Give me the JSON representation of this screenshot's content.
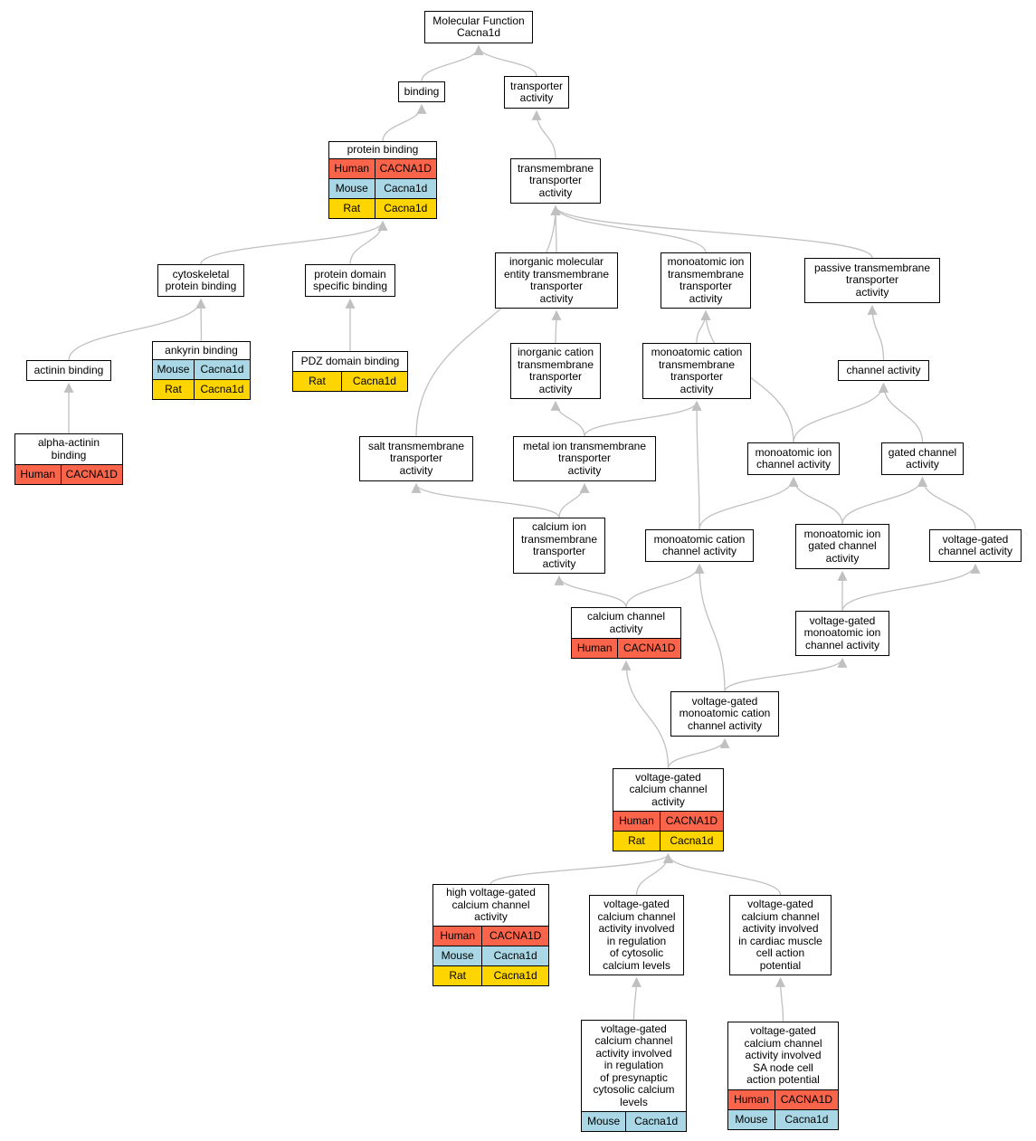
{
  "diagram": {
    "nodes": [
      {
        "id": "mf",
        "label": "Molecular Function\nCacna1d",
        "species": []
      },
      {
        "id": "binding",
        "label": "binding",
        "species": []
      },
      {
        "id": "transporter",
        "label": "transporter\nactivity",
        "species": []
      },
      {
        "id": "protein_binding",
        "label": "protein binding",
        "species": [
          {
            "sp": "Human",
            "gene": "CACNA1D"
          },
          {
            "sp": "Mouse",
            "gene": "Cacna1d"
          },
          {
            "sp": "Rat",
            "gene": "Cacna1d"
          }
        ]
      },
      {
        "id": "tm_transporter",
        "label": "transmembrane\ntransporter\nactivity",
        "species": []
      },
      {
        "id": "cytoskeletal",
        "label": "cytoskeletal\nprotein binding",
        "species": []
      },
      {
        "id": "protein_domain",
        "label": "protein domain\nspecific binding",
        "species": []
      },
      {
        "id": "inorganic_mol",
        "label": "inorganic molecular\nentity transmembrane\ntransporter\nactivity",
        "species": []
      },
      {
        "id": "monoatomic_ion_tm",
        "label": "monoatomic ion\ntransmembrane\ntransporter\nactivity",
        "species": []
      },
      {
        "id": "passive_tm",
        "label": "passive transmembrane\ntransporter\nactivity",
        "species": []
      },
      {
        "id": "ankyrin",
        "label": "ankyrin binding",
        "species": [
          {
            "sp": "Mouse",
            "gene": "Cacna1d"
          },
          {
            "sp": "Rat",
            "gene": "Cacna1d"
          }
        ]
      },
      {
        "id": "pdz",
        "label": "PDZ domain binding",
        "species": [
          {
            "sp": "Rat",
            "gene": "Cacna1d"
          }
        ]
      },
      {
        "id": "actinin",
        "label": "actinin binding",
        "species": []
      },
      {
        "id": "inorganic_cation",
        "label": "inorganic cation\ntransmembrane\ntransporter\nactivity",
        "species": []
      },
      {
        "id": "monoatomic_cation_tm",
        "label": "monoatomic cation\ntransmembrane\ntransporter\nactivity",
        "species": []
      },
      {
        "id": "channel",
        "label": "channel activity",
        "species": []
      },
      {
        "id": "alpha_actinin",
        "label": "alpha-actinin\nbinding",
        "species": [
          {
            "sp": "Human",
            "gene": "CACNA1D"
          }
        ]
      },
      {
        "id": "salt_tm",
        "label": "salt transmembrane\ntransporter\nactivity",
        "species": []
      },
      {
        "id": "metal_ion_tm",
        "label": "metal ion transmembrane\ntransporter\nactivity",
        "species": []
      },
      {
        "id": "monoatomic_ion_channel",
        "label": "monoatomic ion\nchannel activity",
        "species": []
      },
      {
        "id": "gated_channel",
        "label": "gated channel\nactivity",
        "species": []
      },
      {
        "id": "calcium_ion_tm",
        "label": "calcium ion\ntransmembrane\ntransporter\nactivity",
        "species": []
      },
      {
        "id": "monoatomic_cation_channel",
        "label": "monoatomic cation\nchannel activity",
        "species": []
      },
      {
        "id": "monoatomic_ion_gated",
        "label": "monoatomic ion\ngated channel\nactivity",
        "species": []
      },
      {
        "id": "voltage_gated_channel",
        "label": "voltage-gated\nchannel activity",
        "species": []
      },
      {
        "id": "calcium_channel",
        "label": "calcium channel\nactivity",
        "species": [
          {
            "sp": "Human",
            "gene": "CACNA1D"
          }
        ]
      },
      {
        "id": "vg_monoatomic_ion",
        "label": "voltage-gated\nmonoatomic ion\nchannel activity",
        "species": []
      },
      {
        "id": "vg_monoatomic_cation",
        "label": "voltage-gated\nmonoatomic cation\nchannel activity",
        "species": []
      },
      {
        "id": "vg_calcium",
        "label": "voltage-gated\ncalcium channel\nactivity",
        "species": [
          {
            "sp": "Human",
            "gene": "CACNA1D"
          },
          {
            "sp": "Rat",
            "gene": "Cacna1d"
          }
        ]
      },
      {
        "id": "high_vg_calcium",
        "label": "high voltage-gated\ncalcium channel\nactivity",
        "species": [
          {
            "sp": "Human",
            "gene": "CACNA1D"
          },
          {
            "sp": "Mouse",
            "gene": "Cacna1d"
          },
          {
            "sp": "Rat",
            "gene": "Cacna1d"
          }
        ]
      },
      {
        "id": "vg_cytosolic",
        "label": "voltage-gated\ncalcium channel\nactivity involved\nin regulation\nof cytosolic\ncalcium levels",
        "species": []
      },
      {
        "id": "vg_cardiac",
        "label": "voltage-gated\ncalcium channel\nactivity involved\nin cardiac muscle\ncell action\npotential",
        "species": []
      },
      {
        "id": "vg_presynaptic",
        "label": "voltage-gated\ncalcium channel\nactivity involved\nin regulation\nof presynaptic\ncytosolic calcium\nlevels",
        "species": [
          {
            "sp": "Mouse",
            "gene": "Cacna1d"
          }
        ]
      },
      {
        "id": "vg_sa_node",
        "label": "voltage-gated\ncalcium channel\nactivity involved\nSA node cell\naction potential",
        "species": [
          {
            "sp": "Human",
            "gene": "CACNA1D"
          },
          {
            "sp": "Mouse",
            "gene": "Cacna1d"
          }
        ]
      }
    ],
    "edges": [
      [
        "binding",
        "mf"
      ],
      [
        "transporter",
        "mf"
      ],
      [
        "protein_binding",
        "binding"
      ],
      [
        "tm_transporter",
        "transporter"
      ],
      [
        "cytoskeletal",
        "protein_binding"
      ],
      [
        "protein_domain",
        "protein_binding"
      ],
      [
        "inorganic_mol",
        "tm_transporter"
      ],
      [
        "monoatomic_ion_tm",
        "tm_transporter"
      ],
      [
        "passive_tm",
        "tm_transporter"
      ],
      [
        "salt_tm",
        "tm_transporter"
      ],
      [
        "ankyrin",
        "cytoskeletal"
      ],
      [
        "actinin",
        "cytoskeletal"
      ],
      [
        "pdz",
        "protein_domain"
      ],
      [
        "alpha_actinin",
        "actinin"
      ],
      [
        "inorganic_cation",
        "inorganic_mol"
      ],
      [
        "monoatomic_cation_tm",
        "monoatomic_ion_tm"
      ],
      [
        "monoatomic_ion_channel",
        "monoatomic_ion_tm"
      ],
      [
        "channel",
        "passive_tm"
      ],
      [
        "metal_ion_tm",
        "inorganic_cation"
      ],
      [
        "metal_ion_tm",
        "monoatomic_cation_tm"
      ],
      [
        "monoatomic_ion_channel",
        "channel"
      ],
      [
        "gated_channel",
        "channel"
      ],
      [
        "calcium_ion_tm",
        "salt_tm"
      ],
      [
        "calcium_ion_tm",
        "metal_ion_tm"
      ],
      [
        "monoatomic_cation_channel",
        "monoatomic_cation_tm"
      ],
      [
        "monoatomic_cation_channel",
        "monoatomic_ion_channel"
      ],
      [
        "monoatomic_ion_gated",
        "monoatomic_ion_channel"
      ],
      [
        "monoatomic_ion_gated",
        "gated_channel"
      ],
      [
        "voltage_gated_channel",
        "gated_channel"
      ],
      [
        "calcium_channel",
        "calcium_ion_tm"
      ],
      [
        "calcium_channel",
        "monoatomic_cation_channel"
      ],
      [
        "vg_monoatomic_ion",
        "monoatomic_ion_gated"
      ],
      [
        "vg_monoatomic_ion",
        "voltage_gated_channel"
      ],
      [
        "vg_monoatomic_cation",
        "monoatomic_cation_channel"
      ],
      [
        "vg_monoatomic_cation",
        "vg_monoatomic_ion"
      ],
      [
        "vg_calcium",
        "calcium_channel"
      ],
      [
        "vg_calcium",
        "vg_monoatomic_cation"
      ],
      [
        "high_vg_calcium",
        "vg_calcium"
      ],
      [
        "vg_cytosolic",
        "vg_calcium"
      ],
      [
        "vg_cardiac",
        "vg_calcium"
      ],
      [
        "vg_presynaptic",
        "vg_cytosolic"
      ],
      [
        "vg_sa_node",
        "vg_cardiac"
      ]
    ]
  }
}
